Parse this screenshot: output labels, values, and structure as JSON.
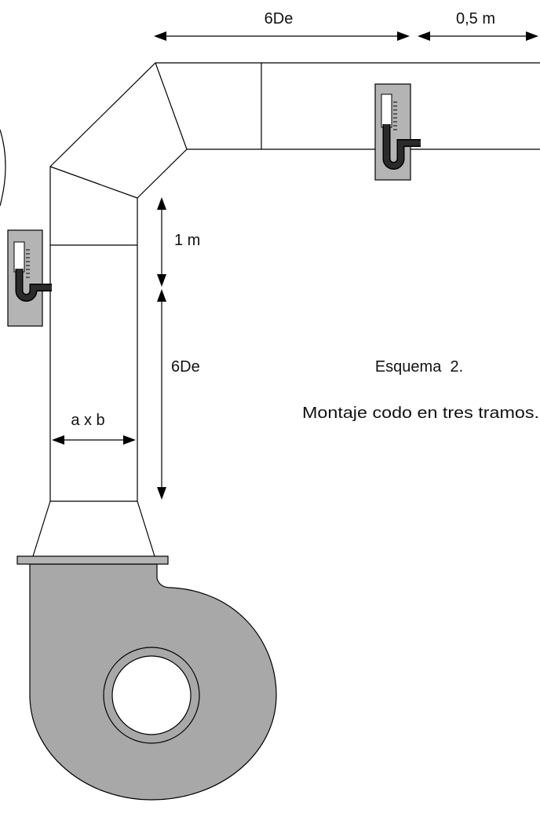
{
  "labels": {
    "top_length": "6De",
    "top_offset": "0,5 m",
    "vertical_offset": "1 m",
    "vertical_length": "6De",
    "duct_section": "a x b"
  },
  "caption": {
    "title": "Esquema  2.",
    "subtitle": "Montaje codo en tres tramos."
  },
  "colors": {
    "line": "#000000",
    "fan_fill": "#a8a8a8",
    "gauge_fill": "#b4b4b4",
    "fluid": "#2b2b2b"
  },
  "icons": {
    "manometer": "u-tube-manometer-icon",
    "fan": "centrifugal-fan-icon"
  }
}
